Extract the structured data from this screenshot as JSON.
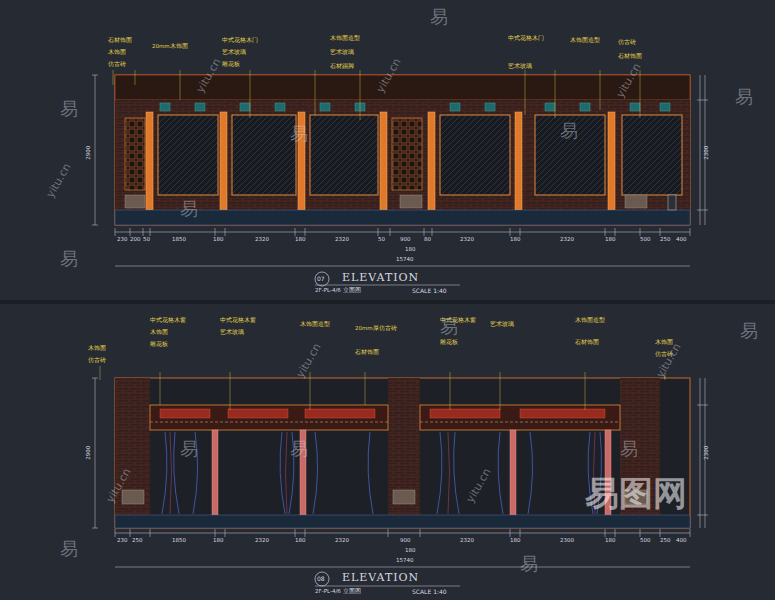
{
  "diagram": {
    "labels": [
      "石材饰面",
      "木饰面",
      "仿古砖",
      "20mm木饰面",
      "中式花格木门",
      "艺术玻璃",
      "雕花板",
      "木饰面造型",
      "艺术玻璃",
      "石材踢脚",
      "中式花格木门",
      "艺术玻璃",
      "木饰面造型",
      "仿古砖",
      "石材饰面",
      "230",
      "200",
      "50",
      "1850",
      "180",
      "2320",
      "180",
      "2320",
      "50",
      "900",
      "80",
      "2320",
      "180",
      "2320",
      "180",
      "500",
      "250",
      "400",
      "180",
      "15740",
      "07",
      "ELEVATION",
      "2F-PL-4/6 立面图",
      "SCALE 1:40",
      "2900",
      "2300",
      "中式花格木窗",
      "木饰面",
      "雕花板",
      "中式花格木窗",
      "艺术玻璃",
      "木饰面造型",
      "20mm厚仿古砖",
      "石材饰面",
      "中式花格木窗",
      "雕花板",
      "艺术玻璃",
      "木饰面造型",
      "石材饰面",
      "木饰面",
      "仿古砖",
      "木饰面",
      "仿古砖",
      "230",
      "250",
      "1850",
      "180",
      "2320",
      "180",
      "2320",
      "900",
      "2320",
      "180",
      "2300",
      "180",
      "500",
      "250",
      "400",
      "180",
      "15740",
      "08",
      "ELEVATION",
      "2F-PL-4/6 立面图",
      "SCALE 1:40",
      "2900",
      "2300",
      "易",
      "易",
      "易",
      "易",
      "易",
      "易",
      "易",
      "易",
      "易",
      "易",
      "易",
      "易",
      "易",
      "易",
      "yitu.cn",
      "yitu.cn",
      "yitu.cn",
      "yitu.cn",
      "yitu.cn",
      "yitu.cn",
      "yitu.cn",
      "yitu.cn",
      "易图网"
    ]
  }
}
